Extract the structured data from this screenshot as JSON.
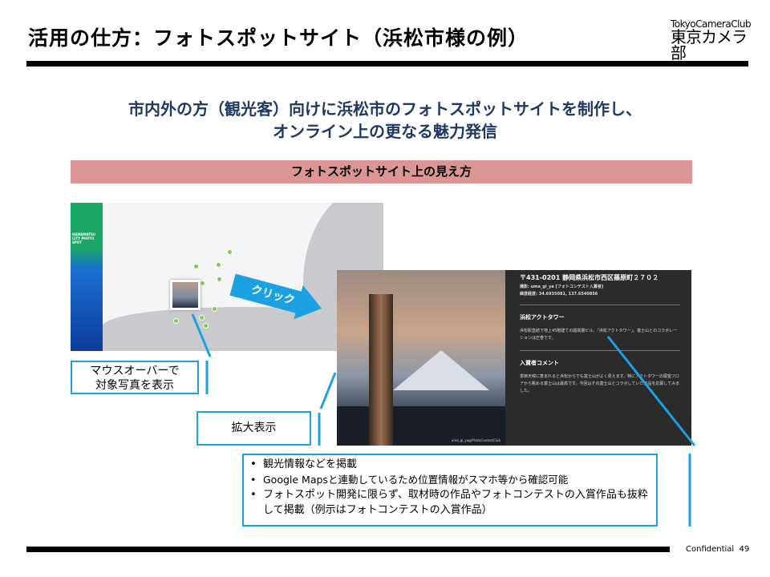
{
  "header": {
    "title": "活用の仕方：フォトスポットサイト（浜松市様の例）",
    "logo_line1": "TokyoCameraClub",
    "logo_line2": "東京カメラ部"
  },
  "subtitle": {
    "line1": "市内外の方（観光客）向けに浜松市のフォトスポットサイトを制作し、",
    "line2": "オンライン上の更なる魅力発信"
  },
  "section_bar": "フォトスポットサイト上の見え方",
  "map": {
    "sidebar_text": "HAMAMATSU CITY PHOTO SPOT",
    "arrow_label": "クリック"
  },
  "detail": {
    "address": "〒431-0201 静岡県浜松市西区篠原町２７０２",
    "photographer": "撮影: uma_gi_ya [フォトコンテスト入賞者]",
    "coords": "緯度経度: 34.6935081, 137.6540856",
    "spot_title": "浜松アクトタワー",
    "spot_desc": "浜松駅直結で地上45階建ての超高層ビル、「浜松アクトタワー」。富士山とのコラボレーションは圧巻です。",
    "comment_title": "入賞者コメント",
    "comment": "季節天候に恵まれると浜松からでも富士山がよく見えます。特にアクトタワーの展望フロアから眺める富士山は最高です。今回はその富士山とコラボしていた作品を応募してみました。",
    "photo_credit": "uma_gi_ya@PhotoContestClub"
  },
  "callouts": {
    "hover": "マウスオーバーで\n対象写真を表示",
    "hover_l1": "マウスオーバーで",
    "hover_l2": "対象写真を表示",
    "zoom": "拡大表示"
  },
  "bullets": [
    "観光情報などを掲載",
    "Google Mapsと連動しているため位置情報がスマホ等から確認可能",
    "フォトスポット開発に限らず、取材時の作品やフォトコンテストの入賞作品も抜粋して掲載（例示はフォトコンテストの入賞作品）"
  ],
  "footer": {
    "confidential": "Confidential",
    "page": "49"
  },
  "colors": {
    "accent": "#1ba1e2",
    "section_bar": "#d99694",
    "subtitle": "#1f3864"
  }
}
